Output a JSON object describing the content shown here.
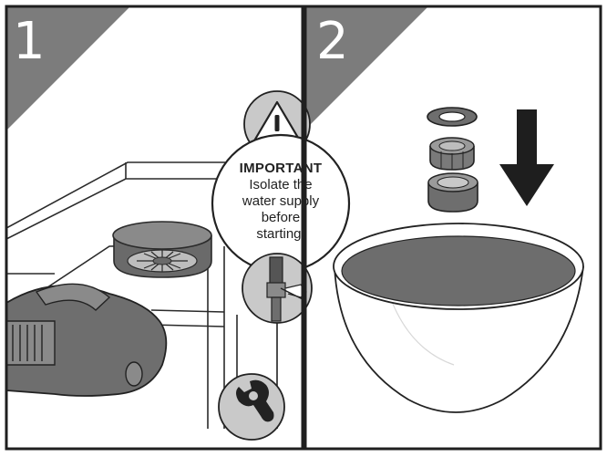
{
  "steps": [
    {
      "number": "1"
    },
    {
      "number": "2"
    }
  ],
  "notice": {
    "title": "IMPORTANT",
    "lines": [
      "Isolate the",
      "water supply",
      "before",
      "starting!"
    ]
  },
  "icons": {
    "warning": "warning-triangle-icon",
    "valve": "isolation-valve-icon",
    "spanner": "spanner-icon",
    "arrow": "down-arrow-icon"
  },
  "colors": {
    "frame": "#1f1f1f",
    "corner": "#7a7a7a",
    "metal": "#6e6e6e",
    "icon_bg": "#c9c9c9",
    "basin_water": "#6d6d6d"
  }
}
